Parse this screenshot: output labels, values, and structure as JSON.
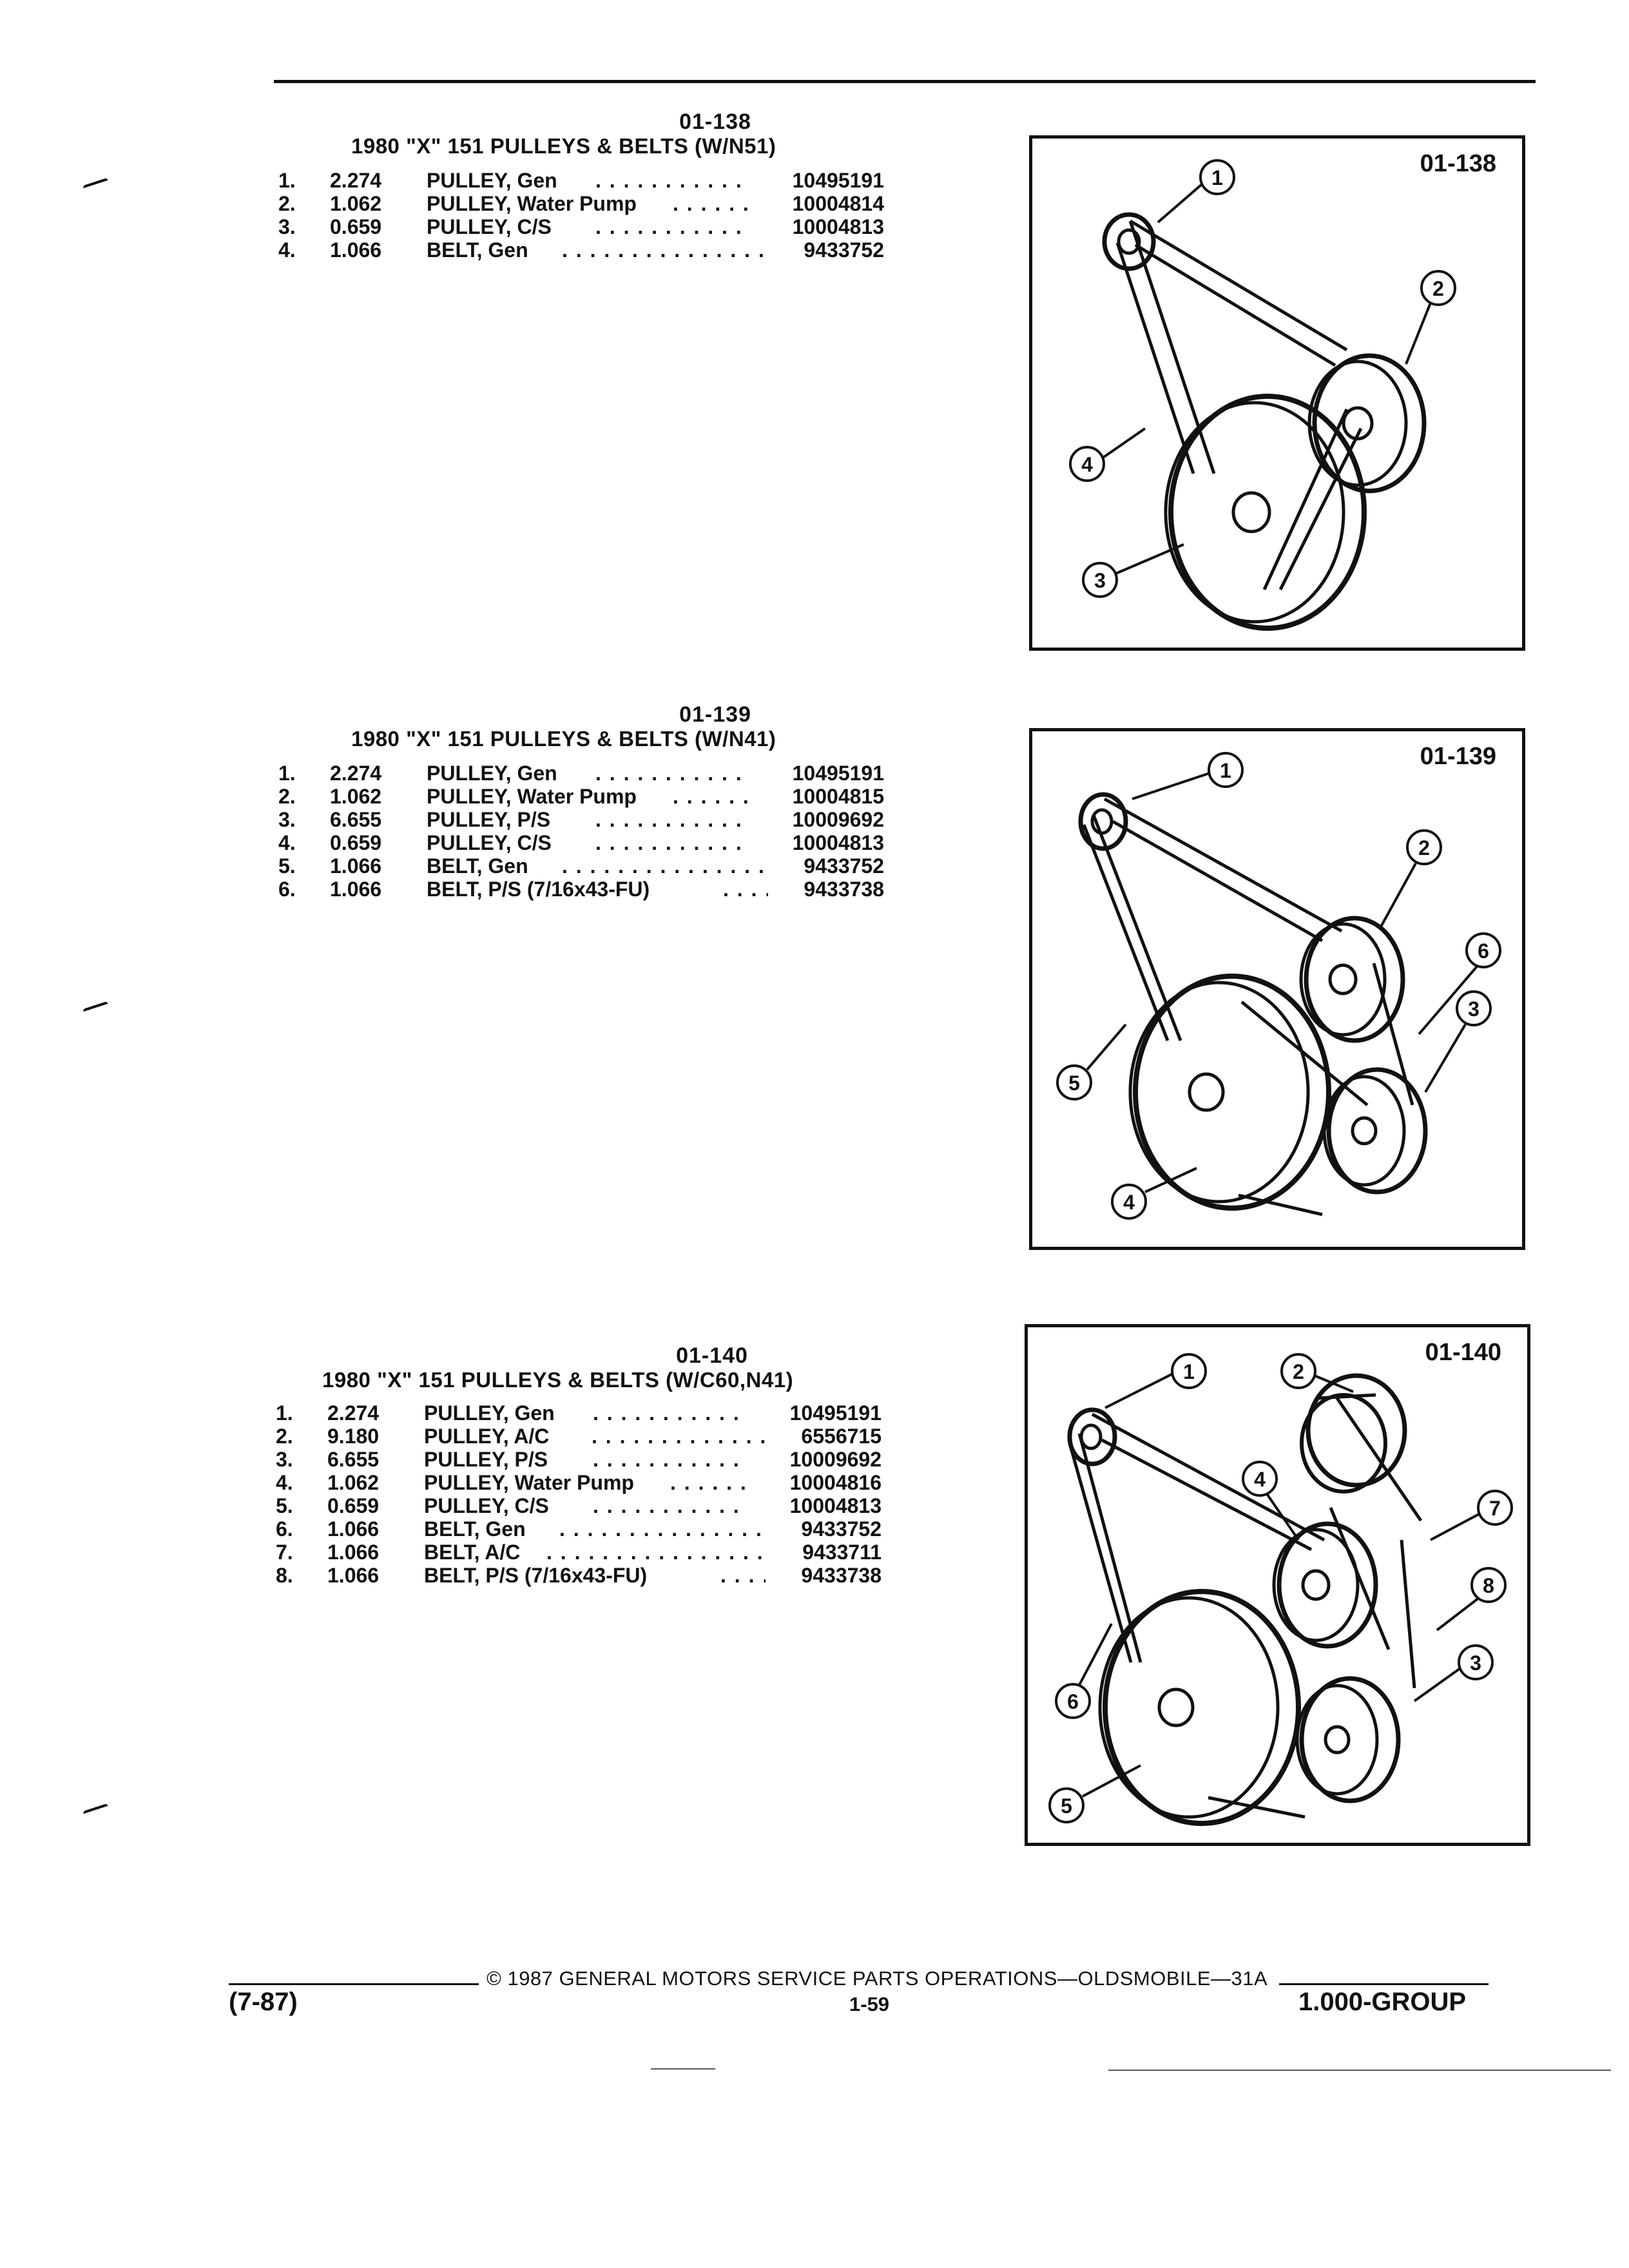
{
  "sections": [
    {
      "code": "01-138",
      "title": "1980 \"X\" 151 PULLEYS & BELTS (W/N51)",
      "items": [
        {
          "num": "1.",
          "qty": "2.274",
          "desc": "PULLEY, Gen",
          "part": "10495191"
        },
        {
          "num": "2.",
          "qty": "1.062",
          "desc": "PULLEY, Water Pump",
          "part": "10004814"
        },
        {
          "num": "3.",
          "qty": "0.659",
          "desc": "PULLEY, C/S",
          "part": "10004813"
        },
        {
          "num": "4.",
          "qty": "1.066",
          "desc": "BELT, Gen",
          "part": "9433752"
        }
      ],
      "diagram_code": "01-138",
      "callouts": [
        "1",
        "2",
        "3",
        "4"
      ]
    },
    {
      "code": "01-139",
      "title": "1980 \"X\" 151 PULLEYS & BELTS (W/N41)",
      "items": [
        {
          "num": "1.",
          "qty": "2.274",
          "desc": "PULLEY, Gen",
          "part": "10495191"
        },
        {
          "num": "2.",
          "qty": "1.062",
          "desc": "PULLEY, Water Pump",
          "part": "10004815"
        },
        {
          "num": "3.",
          "qty": "6.655",
          "desc": "PULLEY, P/S",
          "part": "10009692"
        },
        {
          "num": "4.",
          "qty": "0.659",
          "desc": "PULLEY, C/S",
          "part": "10004813"
        },
        {
          "num": "5.",
          "qty": "1.066",
          "desc": "BELT, Gen",
          "part": "9433752"
        },
        {
          "num": "6.",
          "qty": "1.066",
          "desc": "BELT, P/S (7/16x43-FU)",
          "part": "9433738"
        }
      ],
      "diagram_code": "01-139",
      "callouts": [
        "1",
        "2",
        "3",
        "4",
        "5",
        "6"
      ]
    },
    {
      "code": "01-140",
      "title": "1980 \"X\" 151 PULLEYS & BELTS (W/C60,N41)",
      "items": [
        {
          "num": "1.",
          "qty": "2.274",
          "desc": "PULLEY, Gen",
          "part": "10495191"
        },
        {
          "num": "2.",
          "qty": "9.180",
          "desc": "PULLEY, A/C",
          "part": "6556715"
        },
        {
          "num": "3.",
          "qty": "6.655",
          "desc": "PULLEY, P/S",
          "part": "10009692"
        },
        {
          "num": "4.",
          "qty": "1.062",
          "desc": "PULLEY, Water Pump",
          "part": "10004816"
        },
        {
          "num": "5.",
          "qty": "0.659",
          "desc": "PULLEY, C/S",
          "part": "10004813"
        },
        {
          "num": "6.",
          "qty": "1.066",
          "desc": "BELT, Gen",
          "part": "9433752"
        },
        {
          "num": "7.",
          "qty": "1.066",
          "desc": "BELT, A/C",
          "part": "9433711"
        },
        {
          "num": "8.",
          "qty": "1.066",
          "desc": "BELT, P/S (7/16x43-FU)",
          "part": "9433738"
        }
      ],
      "diagram_code": "01-140",
      "callouts": [
        "1",
        "2",
        "3",
        "4",
        "5",
        "6",
        "7",
        "8"
      ]
    }
  ],
  "footer": {
    "date": "(7-87)",
    "copyright": "© 1987 GENERAL MOTORS SERVICE PARTS OPERATIONS—OLDSMOBILE—31A",
    "page": "1-59",
    "group": "1.000-GROUP"
  }
}
